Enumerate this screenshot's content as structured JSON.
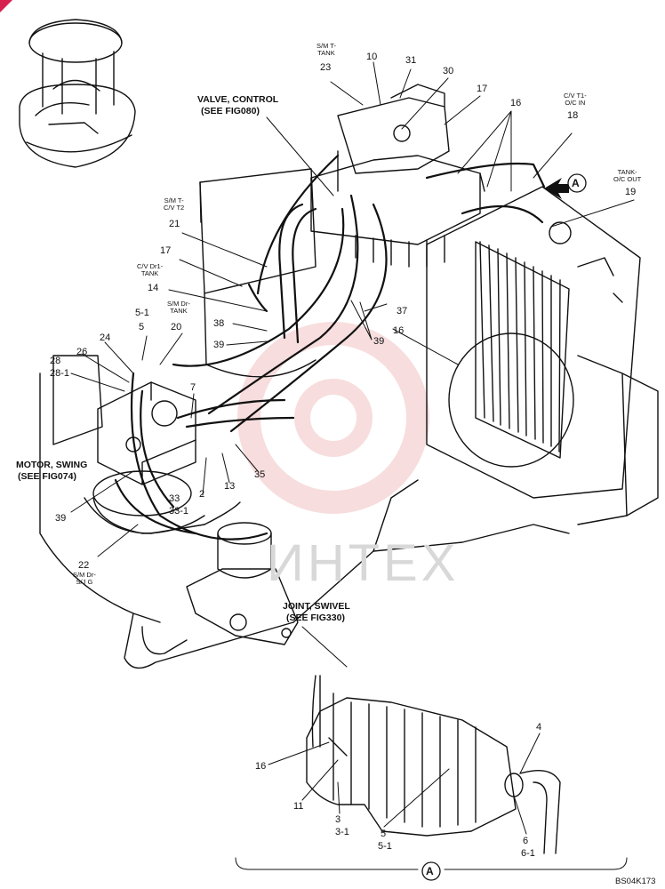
{
  "callouts": {
    "valve_control": "VALVE, CONTROL",
    "valve_control_ref": "(SEE FIG080)",
    "motor_swing": "MOTOR, SWING",
    "motor_swing_ref": "(SEE FIG074)",
    "joint_swivel": "JOINT, SWIVEL",
    "joint_swivel_ref": "(SEE FIG330)"
  },
  "hose_labels": {
    "sm_t_tank": [
      "S/M T-",
      "TANK"
    ],
    "sm_t_cv_t2": [
      "S/M T-",
      "C/V T2"
    ],
    "cv_dr1_tank": [
      "C/V Dr1-",
      "TANK"
    ],
    "sm_dr_tank": [
      "S/M Dr-",
      "TANK"
    ],
    "cv_t1_oc_in": [
      "C/V T1-",
      "O/C IN"
    ],
    "tank_oc_out": [
      "TANK-",
      "O/C OUT"
    ],
    "sm_dr_sjg": [
      "S/M Dr-",
      "S/J G"
    ]
  },
  "part_numbers": {
    "p23": "23",
    "p10": "10",
    "p31": "31",
    "p30": "30",
    "p17a": "17",
    "p16a": "16",
    "p18": "18",
    "p19": "19",
    "p21": "21",
    "p17b": "17",
    "p14": "14",
    "p20": "20",
    "p5_1a": "5-1",
    "p5a": "5",
    "p24": "24",
    "p26": "26",
    "p28": "28",
    "p28_1": "28-1",
    "p7": "7",
    "p38": "38",
    "p39a": "39",
    "p37": "37",
    "p39b": "39",
    "p16b": "16",
    "p13": "13",
    "p35": "35",
    "p2": "2",
    "p33": "33",
    "p33_1": "33-1",
    "p39c": "39",
    "p22": "22",
    "p4": "4",
    "p16c": "16",
    "p11": "11",
    "p3": "3",
    "p3_1": "3-1",
    "p5b": "5",
    "p5_1b": "5-1",
    "p6": "6",
    "p6_1": "6-1"
  },
  "view_marker": "A",
  "watermark": "ИНТЕХ",
  "document_id": "BS04K173",
  "icons": {
    "arrow": "arrow-pointer-icon",
    "view": "circle-a-icon"
  },
  "colors": {
    "line": "#111111",
    "watermark": "#d8d8d8",
    "corner_mark": "#d6204f"
  }
}
